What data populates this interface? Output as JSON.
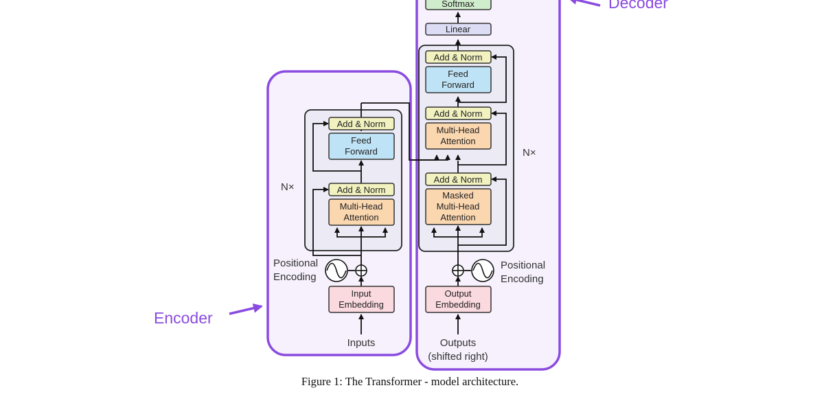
{
  "caption": "Figure 1: The Transformer - model architecture.",
  "labels": {
    "encoder": "Encoder",
    "decoder": "Decoder",
    "enc_nx": "N×",
    "dec_nx": "N×",
    "enc_pos_line1": "Positional",
    "enc_pos_line2": "Encoding",
    "dec_pos_line1": "Positional",
    "dec_pos_line2": "Encoding",
    "inputs": "Inputs",
    "outputs_line1": "Outputs",
    "outputs_line2": "(shifted right)"
  },
  "blocks": {
    "enc_add_norm_ff": "Add & Norm",
    "enc_feed_forward_1": "Feed",
    "enc_feed_forward_2": "Forward",
    "enc_add_norm_att": "Add & Norm",
    "enc_mha_1": "Multi-Head",
    "enc_mha_2": "Attention",
    "input_embedding_1": "Input",
    "input_embedding_2": "Embedding",
    "softmax": "Softmax",
    "linear": "Linear",
    "dec_add_norm_ff": "Add & Norm",
    "dec_feed_forward_1": "Feed",
    "dec_feed_forward_2": "Forward",
    "dec_add_norm_cross": "Add & Norm",
    "dec_mha_1": "Multi-Head",
    "dec_mha_2": "Attention",
    "dec_add_norm_masked": "Add & Norm",
    "dec_masked_1": "Masked",
    "dec_masked_2": "Multi-Head",
    "dec_masked_3": "Attention",
    "output_embedding_1": "Output",
    "output_embedding_2": "Embedding"
  },
  "colors": {
    "highlight": "#8a4be0",
    "add_norm": "#f2f2c0",
    "feed_forward": "#bfe3f6",
    "attention": "#fbd7b0",
    "embedding": "#fad9df",
    "softmax": "#cfeccc",
    "linear": "#dcdcf5",
    "stack_bg": "#eceaf5"
  }
}
